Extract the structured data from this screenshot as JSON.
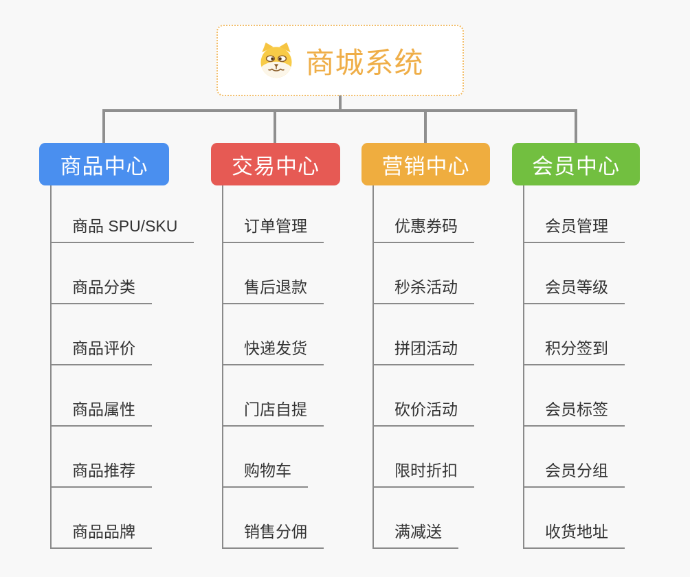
{
  "root": {
    "title": "商城系统",
    "icon": "dog-face-icon"
  },
  "branches": [
    {
      "label": "商品中心",
      "color": "#4a8fef",
      "children": [
        "商品 SPU/SKU",
        "商品分类",
        "商品评价",
        "商品属性",
        "商品推荐",
        "商品品牌"
      ]
    },
    {
      "label": "交易中心",
      "color": "#e65a54",
      "children": [
        "订单管理",
        "售后退款",
        "快递发货",
        "门店自提",
        "购物车",
        "销售分佣"
      ]
    },
    {
      "label": "营销中心",
      "color": "#efad3f",
      "children": [
        "优惠券码",
        "秒杀活动",
        "拼团活动",
        "砍价活动",
        "限时折扣",
        "满减送"
      ]
    },
    {
      "label": "会员中心",
      "color": "#72bf40",
      "children": [
        "会员管理",
        "会员等级",
        "积分签到",
        "会员标签",
        "会员分组",
        "收货地址"
      ]
    }
  ],
  "colors": {
    "background": "#f8f8f8",
    "connector": "#8f8f8f",
    "leaf_line": "#8a8a8a",
    "leaf_text": "#333333",
    "root_border": "#f2be6b",
    "root_text": "#efae48"
  }
}
